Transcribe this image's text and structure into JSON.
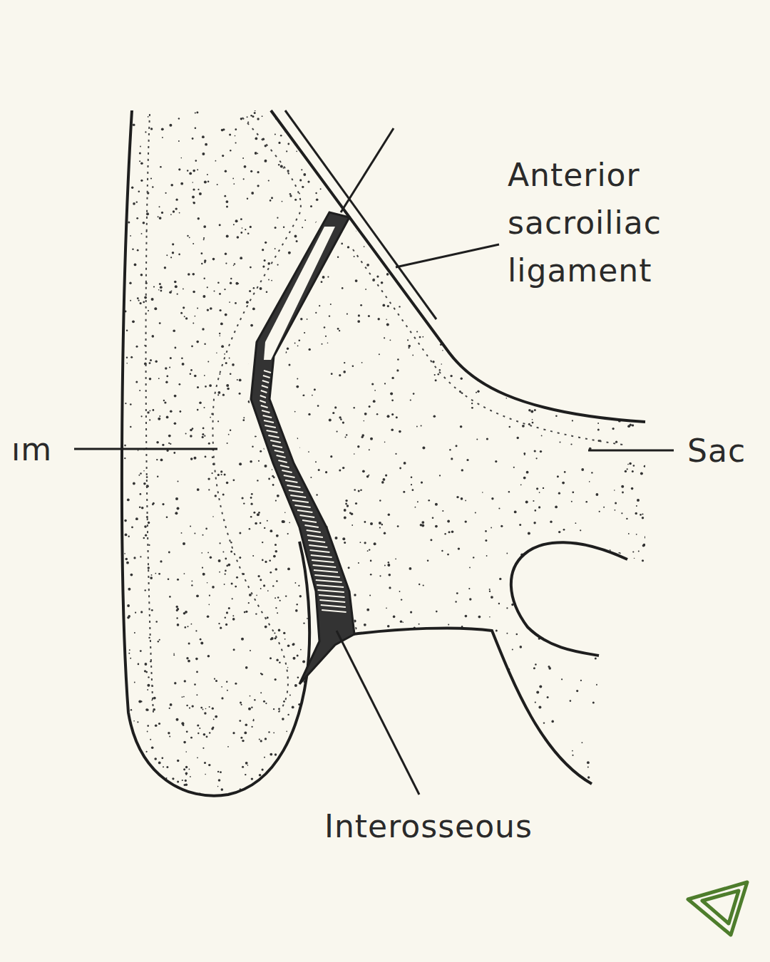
{
  "diagram": {
    "labels": [
      "Anterior sacroiliac ligament",
      "ım",
      "Sac",
      "Interosseous"
    ]
  }
}
